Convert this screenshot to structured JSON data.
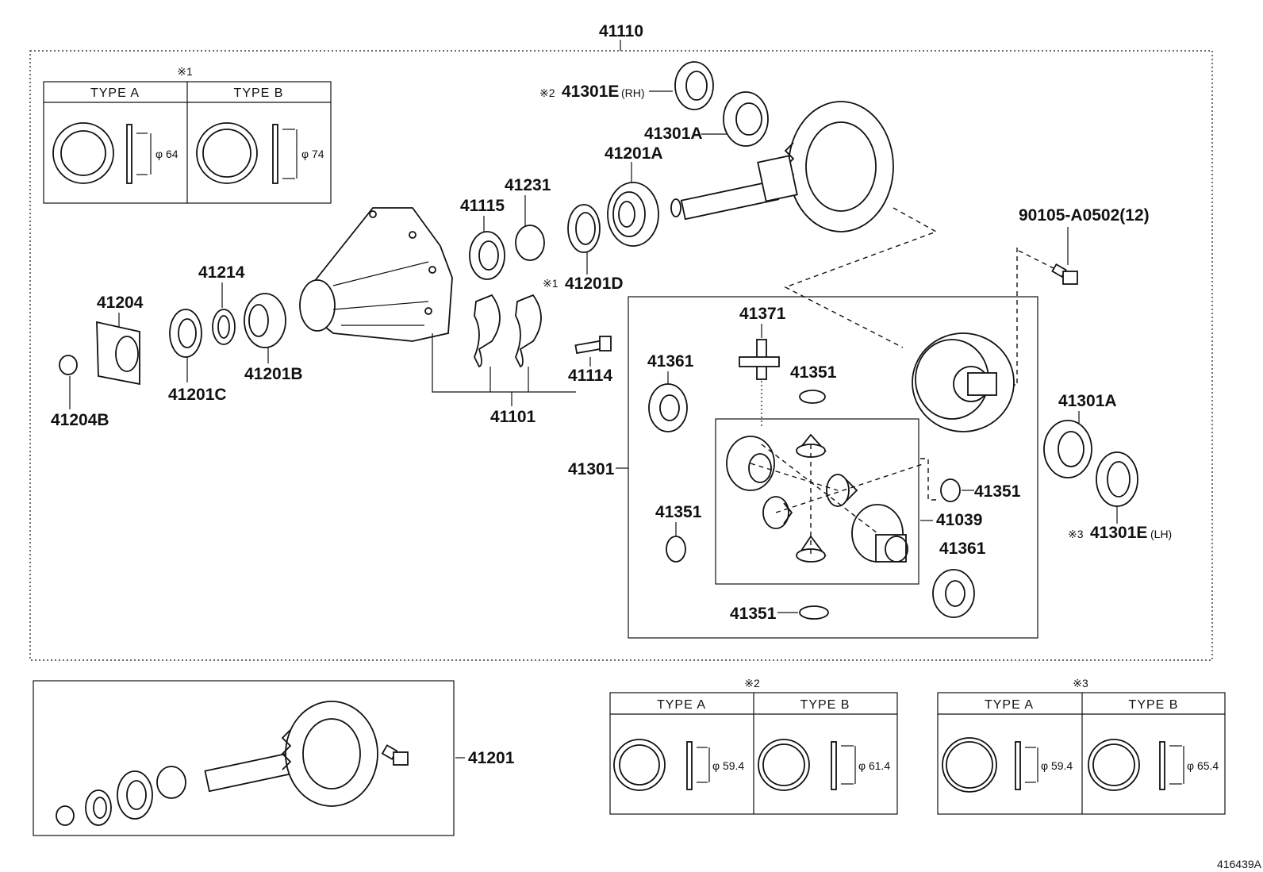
{
  "diagram": {
    "code": "416439A",
    "labels": {
      "p41110": "41110",
      "p41301e_rh": "41301E",
      "rh": "(RH)",
      "note2_prefix": "※2",
      "p41301a_top": "41301A",
      "p41201a": "41201A",
      "p41231": "41231",
      "p41115": "41115",
      "note1_prefix": "※1",
      "p41201d": "41201D",
      "p41214": "41214",
      "p41204": "41204",
      "p41201b": "41201B",
      "p41201c": "41201C",
      "p41204b": "41204B",
      "p41114": "41114",
      "p41101": "41101",
      "p90105": "90105-A0502(12)",
      "p41371": "41371",
      "p41361_a": "41361",
      "p41351_a": "41351",
      "p41301": "41301",
      "p41351_b": "41351",
      "p41351_c": "41351",
      "p41039": "41039",
      "p41361_b": "41361",
      "p41351_d": "41351",
      "p41301a_right": "41301A",
      "note3_prefix": "※3",
      "p41301e_lh": "41301E",
      "lh": "(LH)",
      "p41201": "41201"
    },
    "tables": [
      {
        "mark": "※1",
        "type_a": "TYPE A",
        "type_b": "TYPE B",
        "dim_a": "φ 64",
        "dim_b": "φ 74"
      },
      {
        "mark": "※2",
        "type_a": "TYPE A",
        "type_b": "TYPE B",
        "dim_a": "φ 59.4",
        "dim_b": "φ 61.4"
      },
      {
        "mark": "※3",
        "type_a": "TYPE A",
        "type_b": "TYPE B",
        "dim_a": "φ 59.4",
        "dim_b": "φ 65.4"
      }
    ]
  }
}
